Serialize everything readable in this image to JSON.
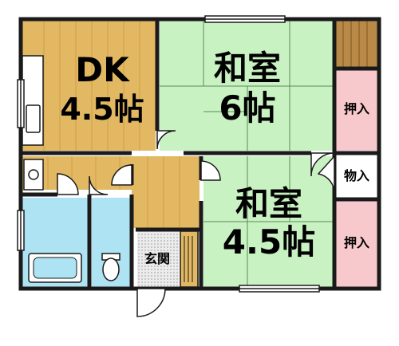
{
  "rooms": {
    "dk": {
      "name": "DK",
      "size": "4.5帖"
    },
    "washitsu_top": {
      "name": "和室",
      "size": "6帖"
    },
    "washitsu_bottom": {
      "name": "和室",
      "size": "4.5帖"
    }
  },
  "storage": {
    "oshiire_top": "押入",
    "monoire": "物入",
    "oshiire_bottom": "押入"
  },
  "entrance": "玄関",
  "colors": {
    "wood": "#e2b862",
    "tatami": "#c9f2c2",
    "water": "#aee3f3",
    "closet": "#f8c9cc",
    "stairs_wood": "#b98a47",
    "line": "#1a1a1a",
    "fixture": "#ffffff"
  }
}
